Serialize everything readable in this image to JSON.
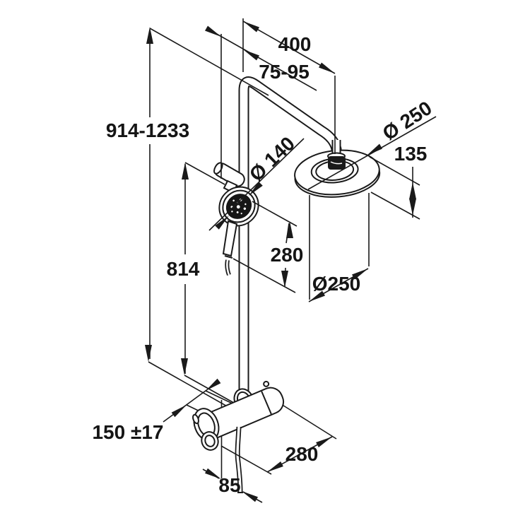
{
  "title": "Shower system dimensional drawing",
  "drawing": {
    "background": "#ffffff",
    "line_color": "#1a1a1a",
    "product": "thermostatic dual shower system (overhead shower, hand shower, rail, mixer)",
    "labels": {
      "arm_length": "400",
      "bracket_range": "75-95",
      "overall_height": "914-1233",
      "head_diameter": "Ø 250",
      "head_height": "135",
      "hand_shower_diameter": "Ø 140",
      "hand_shower_drop": "280",
      "rail_length": "814",
      "head_diameter_alt": "Ø250",
      "supply_spacing": "150 ±17",
      "mixer_projection": "280",
      "hose_offset": "85"
    }
  }
}
